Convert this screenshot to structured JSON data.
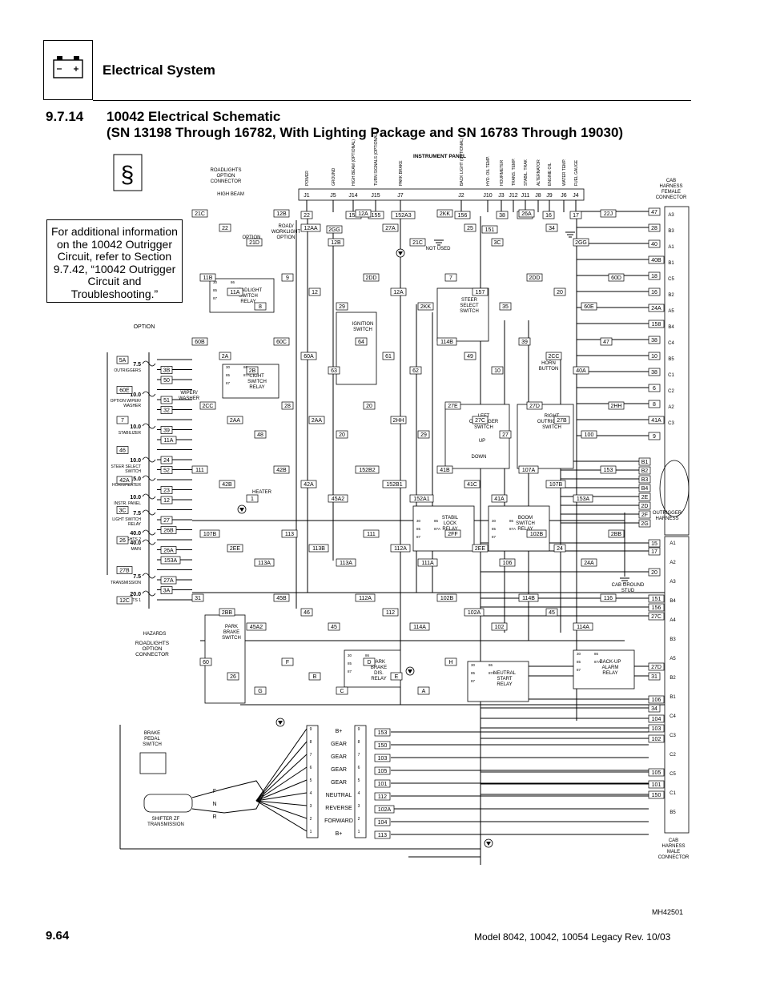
{
  "header": {
    "title": "Electrical System"
  },
  "section": {
    "number": "9.7.14",
    "title_line1": "10042 Electrical Schematic",
    "title_line2": "(SN 13198 Through 16782, With Lighting Package and SN 16783 Through 19030)"
  },
  "note": {
    "text": "For additional information on the 10042 Outrigger Circuit, refer to Section 9.7.42, “10042 Outrigger Circuit and Troubleshooting.”"
  },
  "icons": [
    "battery-icon",
    "section-symbol-icon"
  ],
  "section_symbol": "§",
  "figure_id": "MH42501",
  "footer": {
    "page": "9.64",
    "text": "Model  8042, 10042, 10054 Legacy    Rev.  10/03"
  },
  "schematic": {
    "instrument_panel": {
      "title": "INSTRUMENT PANEL",
      "functions": [
        "POWER",
        "GROUND",
        "HIGH BEAM (OPTIONAL)",
        "TURN SIGNALS (OPTIONAL)",
        "PARK BRAKE",
        "BACK LIGHT (OPTIONAL)",
        "HYD. OIL TEMP.",
        "HOURMETER",
        "TRANS. TEMP.",
        "STABIL. TRAK",
        "ALTERNATOR",
        "ENGINE OIL",
        "WATER TEMP.",
        "FUEL GAUGE"
      ],
      "pins": [
        "J1",
        "J5",
        "J14",
        "J15",
        "J7",
        "J2",
        "J10",
        "J3",
        "J12",
        "J11",
        "J8",
        "J9",
        "J6",
        "J4"
      ],
      "wires": [
        "22",
        "2GG",
        "154",
        "155",
        "152A3",
        "156",
        "151",
        "38",
        "40B",
        "16",
        "17"
      ]
    },
    "component_labels": [
      "ROADLIGHTS OPTION CONNECTOR",
      "HIGH BEAM",
      "OPTION",
      "ROAD/ WORKLIGHT OPTION",
      "HEADLIGHT SWITCH RELAY",
      "IGNITION SWITCH",
      "STEER SELECT SWITCH",
      "NOT USED",
      "HORN BUTTON",
      "LIGHT SWITCH RELAY",
      "WIPER/ WASHER",
      "HEATER",
      "LEFT OUTRIGGER SWITCH",
      "RIGHT OUTRIGGER SWITCH",
      "UP",
      "DOWN",
      "STABIL LOCK RELAY",
      "BOOM SWITCH RELAY",
      "CAB GROUND STUD",
      "OUTRIGGER HARNESS",
      "ROADLIGHTS OPTION CONNECTOR",
      "HAZARDS",
      "PARK BRAKE SWITCH",
      "PARK BRAKE DIS. RELAY",
      "NEUTRAL START RELAY",
      "BACK-UP ALARM RELAY",
      "BRAKE PEDAL SWITCH",
      "SHIFTER ZF TRANSMISSION",
      "CAB HARNESS FEMALE CONNECTOR",
      "CAB HARNESS MALE CONNECTOR"
    ],
    "fuses": [
      {
        "rating": "7.5",
        "name": "OUTRIGGERS"
      },
      {
        "rating": "10.0",
        "name": "OPTION WIPER/ WASHER"
      },
      {
        "rating": "10.0",
        "name": "STABILIZER"
      },
      {
        "rating": "10.0",
        "name": "STEER SELECT SWITCH"
      },
      {
        "rating": "15.0",
        "name": "HORN/HEATER"
      },
      {
        "rating": "10.0",
        "name": "INSTR. PANEL"
      },
      {
        "rating": "7.5",
        "name": "LIGHT SWITCH RELAY"
      },
      {
        "rating": "40.0",
        "name": "MAIN"
      },
      {
        "rating": "40.0",
        "name": "LIGHTS 2"
      },
      {
        "rating": "7.5",
        "name": "TRANSMISSION"
      },
      {
        "rating": "20.0",
        "name": "LIGHTS 1"
      }
    ],
    "fuse_wires": [
      "5A",
      "3B",
      "50",
      "60E",
      "51",
      "32",
      "7",
      "39",
      "11A",
      "46",
      "24",
      "52",
      "42A",
      "23",
      "12",
      "3C",
      "27",
      "26B",
      "26",
      "26A",
      "153A",
      "27B",
      "27A",
      "3A",
      "12C"
    ],
    "female_connector": {
      "wires": [
        "47",
        "28",
        "40",
        "40B",
        "18",
        "16",
        "24A",
        "158",
        "38",
        "10",
        "38",
        "6",
        "8",
        "41A",
        "9"
      ],
      "pins": [
        "A3",
        "B3",
        "A1",
        "B1",
        "C5",
        "B2",
        "A5",
        "B4",
        "C4",
        "B5",
        "C1",
        "C2",
        "A2",
        "C3"
      ]
    },
    "outrigger_harness_pins": [
      "B1",
      "B2",
      "B3",
      "B4",
      "2E",
      "2D",
      "2F",
      "2G"
    ],
    "male_connector": {
      "wires": [
        "15",
        "17",
        "20",
        "151",
        "156",
        "27C",
        "27D",
        "31",
        "106",
        "34",
        "104",
        "103",
        "102",
        "105",
        "101",
        "150"
      ],
      "pins": [
        "A1",
        "A2",
        "A3",
        "B4",
        "A4",
        "B3",
        "A5",
        "B2",
        "B1",
        "C4",
        "C3",
        "C2",
        "C5",
        "C1",
        "B5"
      ]
    },
    "shifter": {
      "positions": [
        "F",
        "N",
        "R"
      ],
      "terminals": [
        "9",
        "8",
        "7",
        "6",
        "5",
        "4",
        "3",
        "2",
        "1"
      ],
      "functions": [
        "B+",
        "GEAR",
        "GEAR",
        "GEAR",
        "GEAR",
        "NEUTRAL",
        "REVERSE",
        "FORWARD",
        "B+"
      ],
      "wires": [
        "153",
        "150",
        "103",
        "105",
        "101",
        "112",
        "102A",
        "104",
        "113"
      ]
    },
    "relay_pins": [
      "30",
      "86",
      "85",
      "87A",
      "87"
    ],
    "misc_wires": [
      "21C",
      "22",
      "21D",
      "12B",
      "12AA",
      "12B",
      "12A",
      "27A",
      "21C",
      "2KK",
      "25",
      "3C",
      "26A",
      "34",
      "2GG",
      "22J",
      "11B",
      "11A",
      "8",
      "9",
      "12",
      "29",
      "2DD",
      "12A",
      "2KK",
      "7",
      "157",
      "35",
      "2DD",
      "20",
      "60E",
      "60D",
      "60B",
      "2A",
      "2B",
      "60C",
      "60A",
      "63",
      "64",
      "61",
      "62",
      "114B",
      "49",
      "10",
      "39",
      "2CC",
      "40A",
      "47",
      "2CC",
      "2AA",
      "48",
      "28",
      "2AA",
      "20",
      "20",
      "2HH",
      "29",
      "27E",
      "27C",
      "27",
      "27D",
      "27B",
      "100",
      "2HH",
      "111",
      "42B",
      "1",
      "42B",
      "42A",
      "45A2",
      "152B2",
      "152B1",
      "152A1",
      "41B",
      "41C",
      "41A",
      "107A",
      "107B",
      "153A",
      "153",
      "107B",
      "2EE",
      "113A",
      "113",
      "113B",
      "113A",
      "111",
      "112A",
      "111A",
      "2FF",
      "2EE",
      "106",
      "102B",
      "24",
      "24A",
      "2BB",
      "31",
      "2BB",
      "45A2",
      "45B",
      "46",
      "45",
      "112A",
      "112",
      "114A",
      "102B",
      "102A",
      "102",
      "114B",
      "45",
      "114A",
      "116",
      "60",
      "26",
      "G",
      "F",
      "B",
      "C",
      "D",
      "E",
      "A",
      "H"
    ]
  }
}
